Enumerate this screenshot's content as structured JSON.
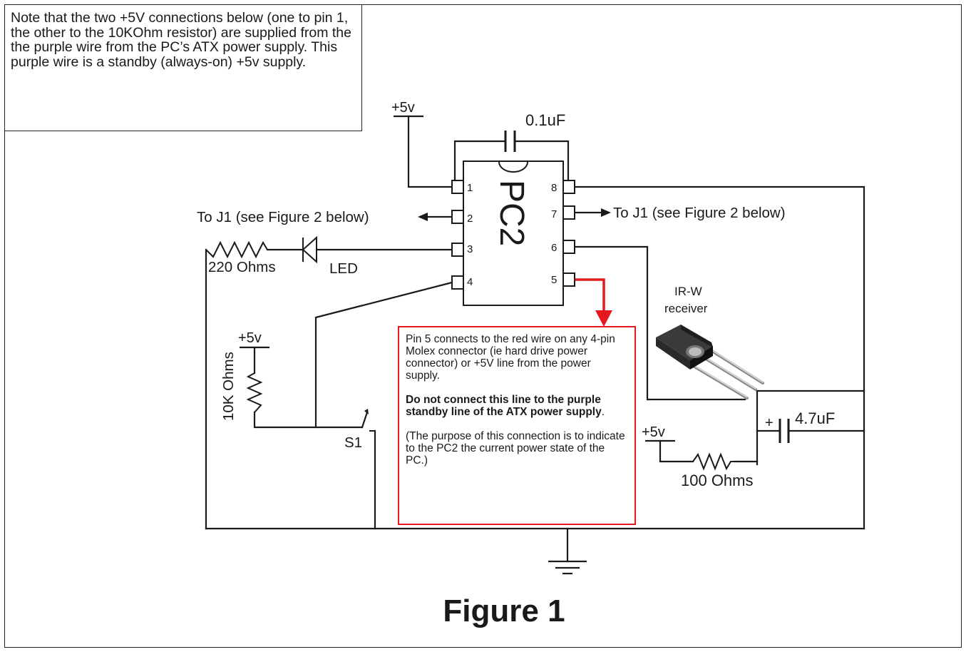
{
  "note_text": "Note that the two +5V connections below (one to pin 1, the other to the 10KOhm resistor) are supplied from the the purple wire from the PC’s ATX power supply. This purple wire is a standby (always-on) +5v supply.",
  "callout": {
    "p1": "Pin 5 connects to the red wire on any 4-pin Molex connector (ie hard drive power connector) or +5V line from the power supply.",
    "p2_bold": "Do not connect this line to the purple standby line of the ATX power supply",
    "p2_end": ".",
    "p3": "(The purpose of this connection is to indicate to the PC2 the current power state of the PC.)"
  },
  "chip": {
    "name": "PC2",
    "pins": [
      "1",
      "2",
      "3",
      "4",
      "5",
      "6",
      "7",
      "8"
    ]
  },
  "labels": {
    "cap_top": "0.1uF",
    "vcc_top": "+5v",
    "vcc_left": "+5v",
    "vcc_right": "+5v",
    "to_j1_left": "To J1 (see Figure 2 below)",
    "to_j1_right": "To J1 (see Figure 2 below)",
    "r220": "220 Ohms",
    "led": "LED",
    "r10k": "10K Ohms",
    "s1": "S1",
    "ir_line1": "IR-W",
    "ir_line2": "receiver",
    "cap_plus": "+",
    "cap_right": "4.7uF",
    "r100": "100 Ohms"
  },
  "figure_caption": "Figure 1",
  "colors": {
    "wire": "#1a1a1a",
    "highlight": "#e4181f"
  }
}
